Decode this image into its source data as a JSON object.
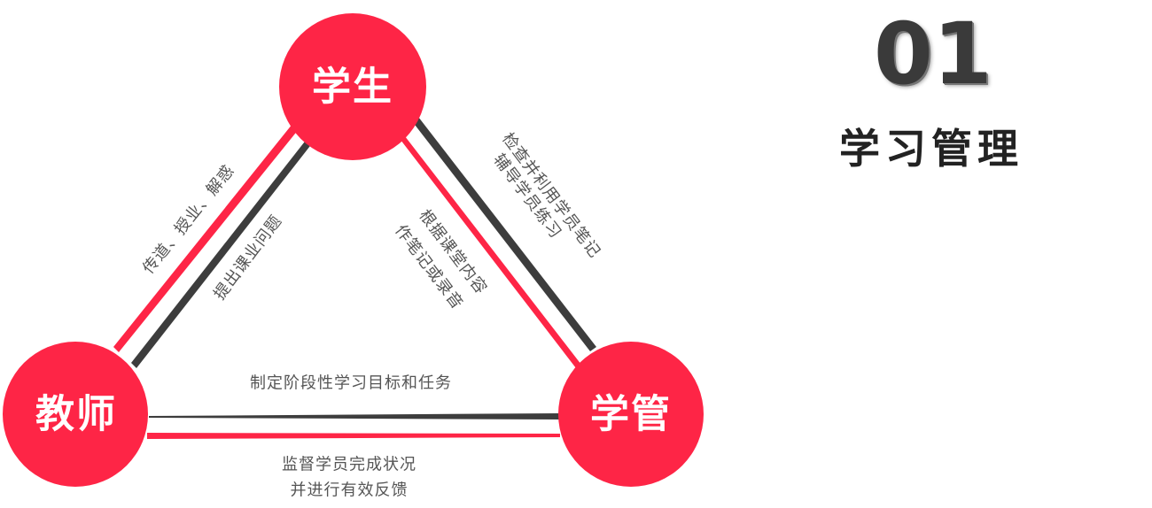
{
  "colors": {
    "accent": "#fe2546",
    "dark": "#3d3d3d",
    "text": "#555555"
  },
  "nodes": {
    "student": "学生",
    "teacher": "教师",
    "manager": "学管"
  },
  "edges": {
    "teacher_to_student": "传道、授业、解惑",
    "student_to_teacher": "提出课业问题",
    "manager_to_student_1": "检查并利用学员笔记",
    "manager_to_student_2": "辅导学员练习",
    "student_to_manager_1": "根据课堂内容",
    "student_to_manager_2": "作笔记或录音",
    "teacher_to_manager": "制定阶段性学习目标和任务",
    "manager_to_teacher_1": "监督学员完成状况",
    "manager_to_teacher_2": "并进行有效反馈"
  },
  "side": {
    "number": "01",
    "title": "学习管理"
  }
}
